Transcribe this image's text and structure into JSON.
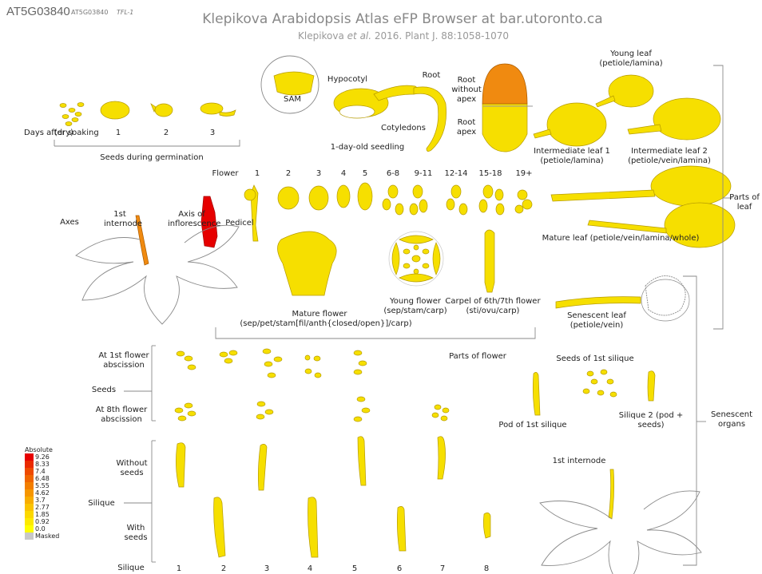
{
  "header": {
    "gene_id": "AT5G03840",
    "gene_id_small": "AT5G03840",
    "gene_alias": "TFL-1",
    "title": "Klepikova Arabidopsis Atlas eFP Browser at bar.utoronto.ca",
    "citation_authors": "Klepikova",
    "citation_etal": "et al.",
    "citation_ref": "2016. Plant J. 88:1058-1070"
  },
  "labels": {
    "days_after_soaking": "Days after soaking",
    "dry": "(dry)",
    "day1": "1",
    "day2": "2",
    "day3": "3",
    "seeds_germination": "Seeds during germination",
    "sam": "SAM",
    "hypocotyl": "Hypocotyl",
    "root": "Root",
    "cotyledons": "Cotyledons",
    "seedling": "1-day-old seedling",
    "root_without_apex": "Root without apex",
    "root_apex": "Root apex",
    "young_leaf": "Young leaf (petiole/lamina)",
    "intermediate_leaf1": "Intermediate leaf 1 (petiole/lamina)",
    "intermediate_leaf2": "Intermediate leaf 2 (petiole/vein/lamina)",
    "parts_of_leaf": "Parts of leaf",
    "flower": "Flower",
    "flower_stages": [
      "1",
      "2",
      "3",
      "4",
      "5",
      "6-8",
      "9-11",
      "12-14",
      "15-18",
      "19+"
    ],
    "pedicel": "Pedicel",
    "axes": "Axes",
    "first_internode": "1st internode",
    "axis_inflorescence": "Axis of inflorescence",
    "mature_flower": "Mature flower",
    "mature_flower_parts": "(sep/pet/stam[fil/anth{closed/open}]/carp)",
    "young_flower": "Young flower (sep/stam/carp)",
    "carpel": "Carpel of 6th/7th flower (sti/ovu/carp)",
    "mature_leaf": "Mature leaf (petiole/vein/lamina/whole)",
    "senescent_leaf": "Senescent leaf (petiole/vein)",
    "parts_of_flower": "Parts of flower",
    "at_1st_flower": "At 1st flower abscission",
    "seeds": "Seeds",
    "at_8th_flower": "At 8th flower abscission",
    "seeds_1st_silique": "Seeds of 1st silique",
    "pod_1st_silique": "Pod of 1st silique",
    "silique2": "Silique 2 (pod + seeds)",
    "senescent_organs": "Senescent organs",
    "without_seeds": "Without seeds",
    "silique": "Silique",
    "with_seeds": "With seeds",
    "first_internode_senescent": "1st internode",
    "silique_axis": "Silique",
    "silique_numbers": [
      "1",
      "2",
      "3",
      "4",
      "5",
      "6",
      "7",
      "8"
    ]
  },
  "legend": {
    "title": "Absolute",
    "values": [
      "9.26",
      "8.33",
      "7.4",
      "6.48",
      "5.55",
      "4.62",
      "3.7",
      "2.77",
      "1.85",
      "0.92",
      "0.0"
    ],
    "masked": "Masked",
    "colors": [
      "#e60000",
      "#ea2a00",
      "#ee4a00",
      "#f06500",
      "#f37e00",
      "#f69600",
      "#f8ad00",
      "#fac300",
      "#fcd800",
      "#fdea00",
      "#ffff00"
    ],
    "masked_color": "#c8c8c8"
  },
  "colors": {
    "tissue_yellow": "#f6df00",
    "tissue_orange": "#f08a10",
    "tissue_red": "#e60000",
    "outline": "#8a8a8a"
  }
}
